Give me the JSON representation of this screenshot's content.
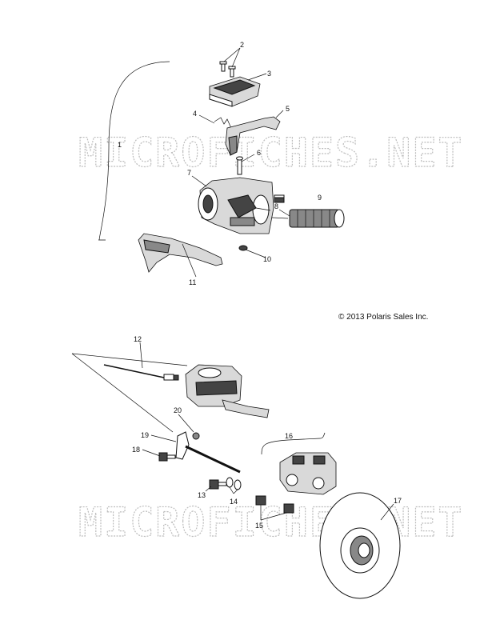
{
  "watermarks": [
    "MICROFICHES.NET",
    "MICROFICHES.NET"
  ],
  "copyright": "© 2013 Polaris Sales Inc.",
  "callouts": [
    "1",
    "2",
    "3",
    "4",
    "5",
    "6",
    "7",
    "8",
    "9",
    "10",
    "11",
    "12",
    "13",
    "14",
    "15",
    "16",
    "17",
    "18",
    "19",
    "20"
  ]
}
